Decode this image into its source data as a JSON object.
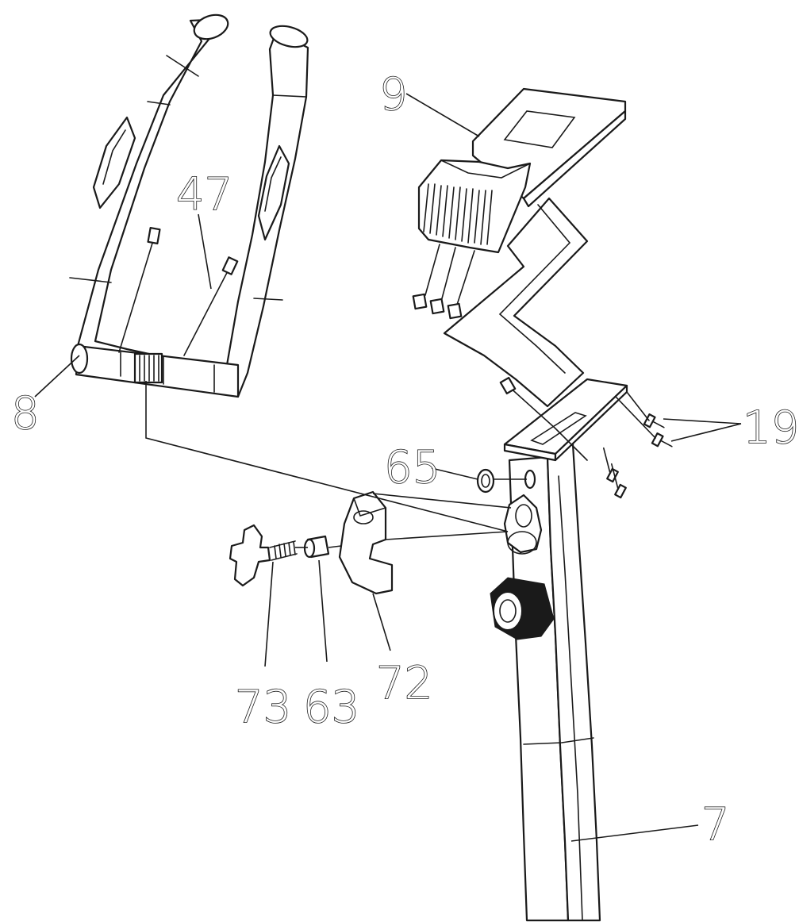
{
  "callouts": {
    "c8": "8",
    "c9": "9",
    "c47": "47",
    "c19": "19",
    "c65": "65",
    "c73": "73",
    "c63": "63",
    "c72": "72",
    "c7": "7"
  }
}
